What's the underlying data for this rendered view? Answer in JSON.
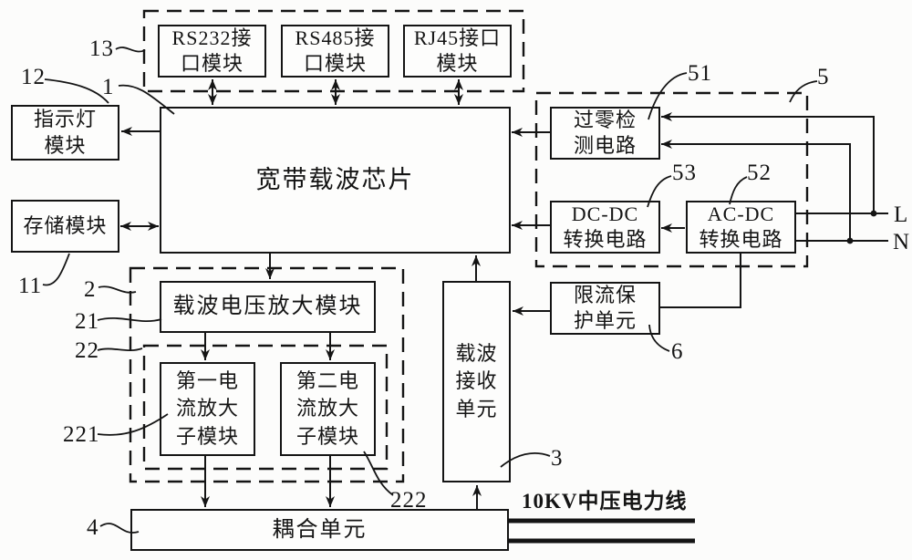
{
  "figure": {
    "kind": "patent block diagram",
    "background_color": "#fcfcfb",
    "line_color": "#141414"
  },
  "blocks": {
    "rs232_interface": {
      "label": "RS232接\n口模块"
    },
    "rs485_interface": {
      "label": "RS485接\n口模块"
    },
    "rj45_interface": {
      "label": "RJ45接口\n模块"
    },
    "broadband_carrier_chip": {
      "label": "宽带载波芯片"
    },
    "indicator_light": {
      "label": "指示灯\n模块"
    },
    "storage": {
      "label": "存储模块"
    },
    "zero_crossing_detection": {
      "label": "过零检\n测电路"
    },
    "dc_dc_converter": {
      "label": "DC-DC\n转换电路"
    },
    "ac_dc_converter": {
      "label": "AC-DC\n转换电路"
    },
    "current_limit_protection": {
      "label": "限流保\n护单元"
    },
    "carrier_receiving_unit": {
      "label": "载波\n接收\n单元"
    },
    "carrier_voltage_amplifier": {
      "label": "载波电压放大模块"
    },
    "first_current_amplifier": {
      "label": "第一电\n流放大\n子模块"
    },
    "second_current_amplifier": {
      "label": "第二电\n流放大\n子模块"
    },
    "coupling_unit": {
      "label": "耦合单元"
    }
  },
  "ref_labels": {
    "n13": "13",
    "n12": "12",
    "n1": "1",
    "n11": "11",
    "n2": "2",
    "n21": "21",
    "n22": "22",
    "n221": "221",
    "n222": "222",
    "n4": "4",
    "n3": "3",
    "n6": "6",
    "n51": "51",
    "n5": "5",
    "n53": "53",
    "n52": "52"
  },
  "wire_labels": {
    "line_l": "L",
    "line_n": "N",
    "power_line": "10KV中压电力线"
  }
}
